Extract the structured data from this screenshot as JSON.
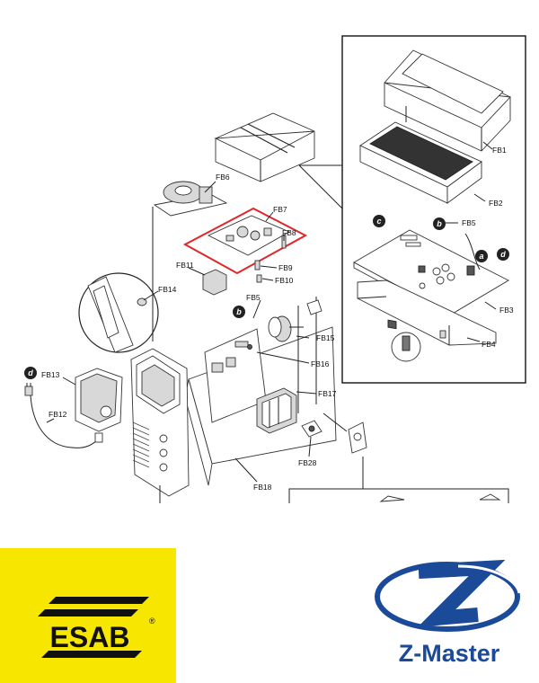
{
  "diagram": {
    "part_labels": {
      "fb1": "FB1",
      "fb2": "FB2",
      "fb3": "FB3",
      "fb4": "FB4",
      "fb5a": "FB5",
      "fb5b": "FB5",
      "fb6": "FB6",
      "fb7": "FB7",
      "fb8": "FB8",
      "fb9": "FB9",
      "fb10": "FB10",
      "fb11": "FB11",
      "fb12": "FB12",
      "fb13": "FB13",
      "fb14": "FB14",
      "fb15": "FB15",
      "fb16": "FB16",
      "fb17": "FB17",
      "fb18": "FB18",
      "fb28": "FB28"
    },
    "callout_badges": {
      "a": "a",
      "b1": "b",
      "b2": "b",
      "c": "c",
      "d1": "d",
      "d2": "d"
    },
    "highlight_color": "#e0262b"
  },
  "logos": {
    "esab": {
      "text": "ESAB",
      "registered": "®",
      "background": "#f6e600",
      "foreground": "#111111"
    },
    "zmaster": {
      "text": "Z-Master",
      "color": "#1a4a98"
    }
  }
}
